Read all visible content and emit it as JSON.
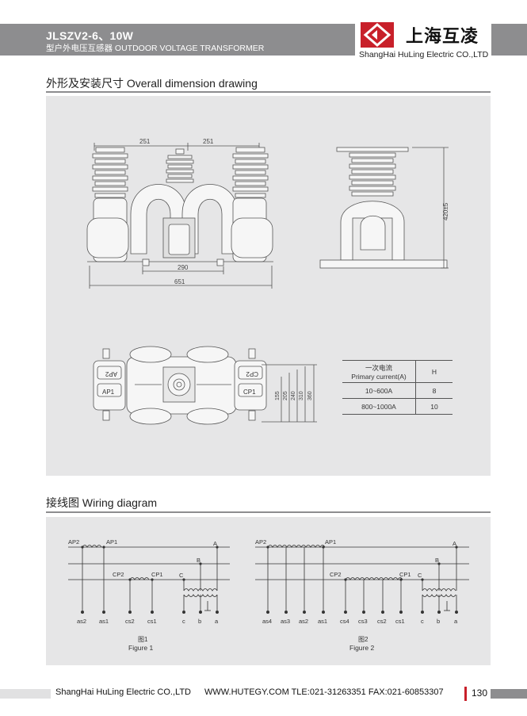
{
  "header": {
    "title": "JLSZV2-6、10W",
    "subtitle": "型户外电压互感器 OUTDOOR VOLTAGE TRANSFORMER",
    "brand_cn": "上海互凌",
    "brand_en": "ShangHai HuLing Electric  CO.,LTD",
    "brand_color": "#c8202a"
  },
  "dimension_section": {
    "title": "外形及安装尺寸  Overall dimension drawing",
    "front_view": {
      "dim_top_left": "251",
      "dim_top_right": "251",
      "dim_inner": "290",
      "dim_overall": "651"
    },
    "side_view": {
      "dim_height": "420±5"
    },
    "top_view": {
      "label_ap1": "AP1",
      "label_ap2": "AP2",
      "label_cp1": "CP1",
      "label_cp2": "CP2",
      "dims": [
        "155",
        "205",
        "240",
        "310",
        "360"
      ]
    },
    "table": {
      "header_cn": "一次电流",
      "header_en": "Primary current(A)",
      "header_h": "H",
      "rows": [
        {
          "current": "10~600A",
          "h": "8"
        },
        {
          "current": "800~1000A",
          "h": "10"
        }
      ]
    }
  },
  "wiring_section": {
    "title": "接线图  Wiring diagram",
    "figure1": {
      "ap2": "AP2",
      "ap1": "AP1",
      "cp2": "CP2",
      "cp1": "CP1",
      "a": "A",
      "b": "B",
      "c": "C",
      "terminals": [
        "as2",
        "as1",
        "cs2",
        "cs1",
        "c",
        "b",
        "a"
      ],
      "caption_cn": "图1",
      "caption_en": "Figure 1"
    },
    "figure2": {
      "ap2": "AP2",
      "ap1": "AP1",
      "cp2": "CP2",
      "cp1": "CP1",
      "a": "A",
      "b": "B",
      "c": "C",
      "terminals": [
        "as4",
        "as3",
        "as2",
        "as1",
        "cs4",
        "cs3",
        "cs2",
        "cs1",
        "c",
        "b",
        "a"
      ],
      "caption_cn": "图2",
      "caption_en": "Figure 2"
    }
  },
  "footer": {
    "company": "ShangHai HuLing Electric  CO.,LTD",
    "contact": "WWW.HUTEGY.COM TLE:021-31263351 FAX:021-60853307",
    "page": "130"
  }
}
